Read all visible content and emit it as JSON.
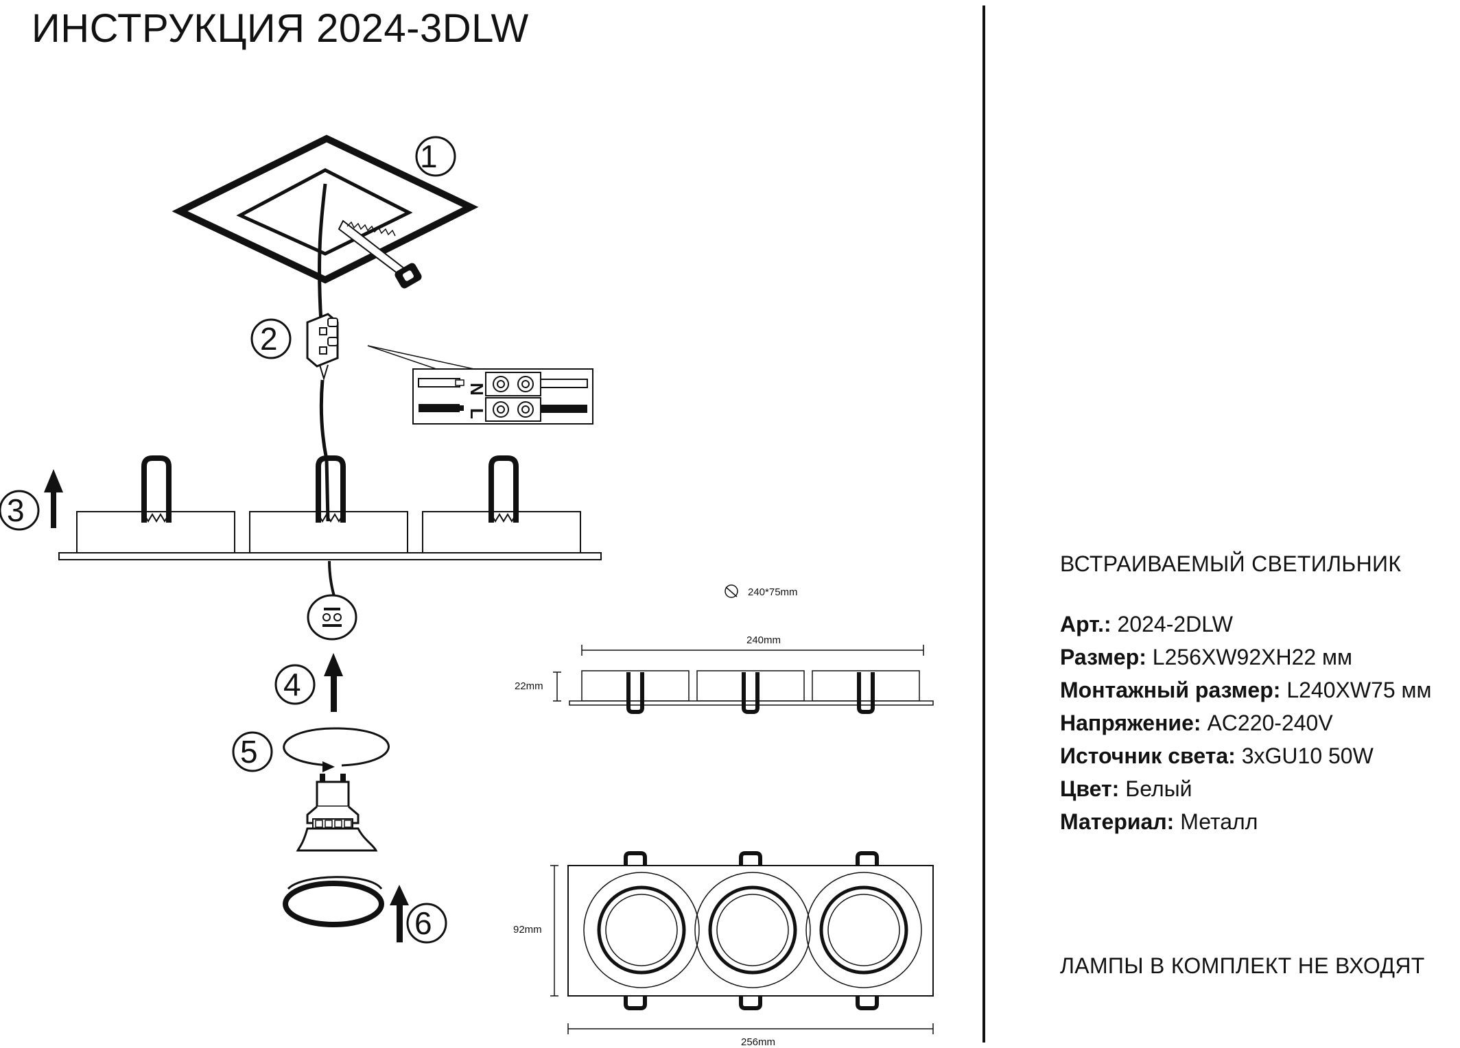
{
  "title": "ИНСТРУКЦИЯ 2024-3DLW",
  "steps": [
    "1",
    "2",
    "3",
    "4",
    "5",
    "6"
  ],
  "wiring": {
    "neutral": "N",
    "live": "L"
  },
  "dimensions": {
    "cutout": "240*75mm",
    "cutout_length": "240mm",
    "height": "22mm",
    "width": "92mm",
    "length": "256mm"
  },
  "product_type": "ВСТРАИВАЕМЫЙ СВЕТИЛЬНИК",
  "specs": [
    {
      "label": "Арт.:",
      "value": "2024-2DLW"
    },
    {
      "label": "Размер:",
      "value": "L256XW92XH22 мм"
    },
    {
      "label": "Монтажный размер:",
      "value": "L240XW75 мм"
    },
    {
      "label": "Напряжение:",
      "value": "AC220-240V"
    },
    {
      "label": "Источник света:",
      "value": "3xGU10 50W"
    },
    {
      "label": "Цвет:",
      "value": "Белый"
    },
    {
      "label": "Материал:",
      "value": "Металл"
    }
  ],
  "note": "ЛАМПЫ В КОМПЛЕКТ НЕ ВХОДЯТ"
}
